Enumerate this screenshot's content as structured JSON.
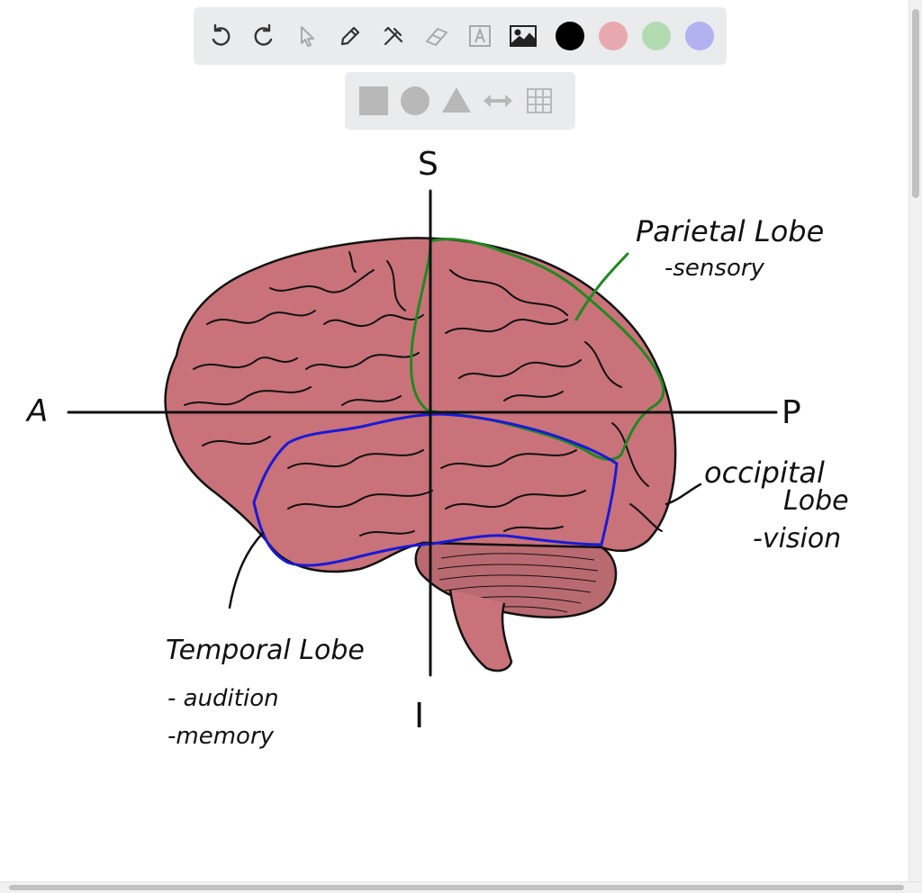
{
  "toolbar": {
    "tools": [
      "undo-icon",
      "redo-icon",
      "select-arrow-icon",
      "pen-icon",
      "tools-icon",
      "eraser-icon",
      "text-icon",
      "image-icon"
    ],
    "colors": [
      "#000000",
      "#e8a9ae",
      "#b3dbb2",
      "#b3b2f0"
    ]
  },
  "shape_toolbar": {
    "tools": [
      "square-icon",
      "circle-icon",
      "triangle-icon",
      "arrow-double-icon",
      "grid-icon"
    ]
  },
  "diagram": {
    "axis_superior": "S",
    "axis_inferior": "I",
    "axis_anterior": "A",
    "axis_posterior": "P",
    "parietal_title": "Parietal Lobe",
    "parietal_function": "-sensory",
    "occipital_title_1": "occipital",
    "occipital_title_2": "Lobe",
    "occipital_function": "-vision",
    "temporal_title": "Temporal Lobe",
    "temporal_function_1": "- audition",
    "temporal_function_2": "-memory",
    "brain_color": "#c9727a",
    "parietal_outline_color": "#1e8a1e",
    "temporal_outline_color": "#1a1ad6"
  }
}
